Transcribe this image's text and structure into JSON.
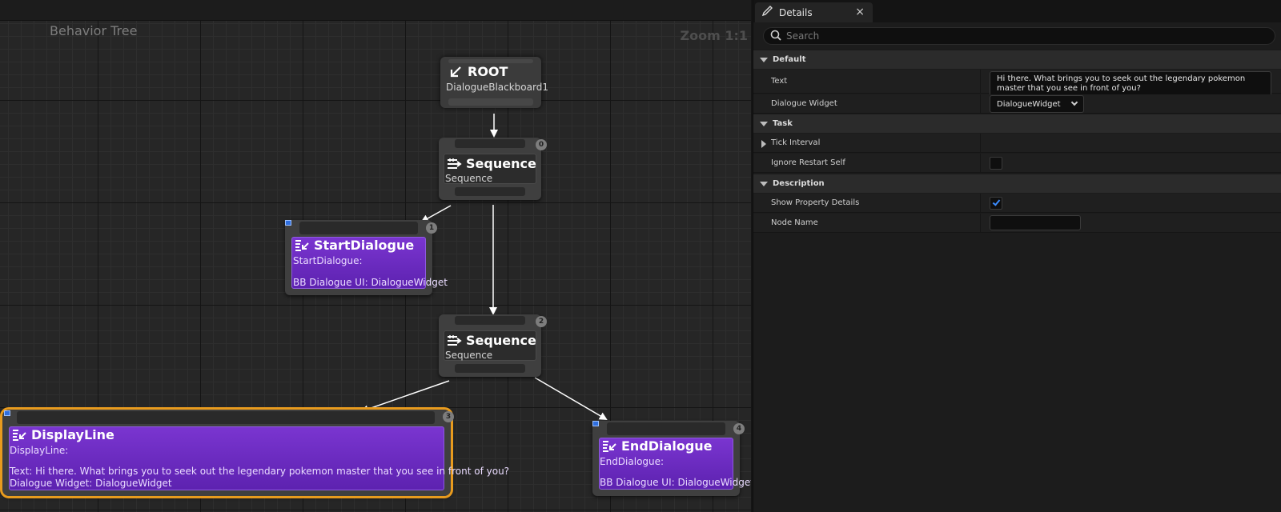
{
  "graph": {
    "title": "Behavior Tree",
    "zoom": "Zoom 1:1",
    "nodes": {
      "root": {
        "title": "ROOT",
        "subtitle": "DialogueBlackboard1"
      },
      "sequence1": {
        "title": "Sequence",
        "subtitle": "Sequence",
        "index": "0"
      },
      "start_dialogue": {
        "title": "StartDialogue",
        "subtitle": "StartDialogue:",
        "detail": "BB Dialogue UI: DialogueWidget",
        "index": "1"
      },
      "sequence2": {
        "title": "Sequence",
        "subtitle": "Sequence",
        "index": "2"
      },
      "display_line": {
        "title": "DisplayLine",
        "subtitle": "DisplayLine:",
        "detail_text": "Text: Hi there.  What brings you to seek out the legendary pokemon master that you see in front of you?",
        "detail_widget": "Dialogue Widget: DialogueWidget",
        "index": "3"
      },
      "end_dialogue": {
        "title": "EndDialogue",
        "subtitle": "EndDialogue:",
        "detail": "BB Dialogue UI: DialogueWidget",
        "index": "4"
      }
    }
  },
  "details": {
    "tab_label": "Details",
    "close_glyph": "×",
    "search_placeholder": "Search",
    "categories": {
      "default": "Default",
      "task": "Task",
      "description": "Description"
    },
    "properties": {
      "text_label": "Text",
      "text_value": "Hi there.  What brings you to seek out the legendary pokemon master that you see in front of you?",
      "widget_label": "Dialogue Widget",
      "widget_value": "DialogueWidget",
      "tick_label": "Tick Interval",
      "ignore_label": "Ignore Restart Self",
      "ignore_checked": false,
      "show_details_label": "Show Property Details",
      "show_details_checked": true,
      "node_name_label": "Node Name",
      "node_name_value": ""
    }
  },
  "colors": {
    "task_node": "#6a2cc4",
    "selection": "#e89b1e",
    "check": "#3b8cff"
  }
}
